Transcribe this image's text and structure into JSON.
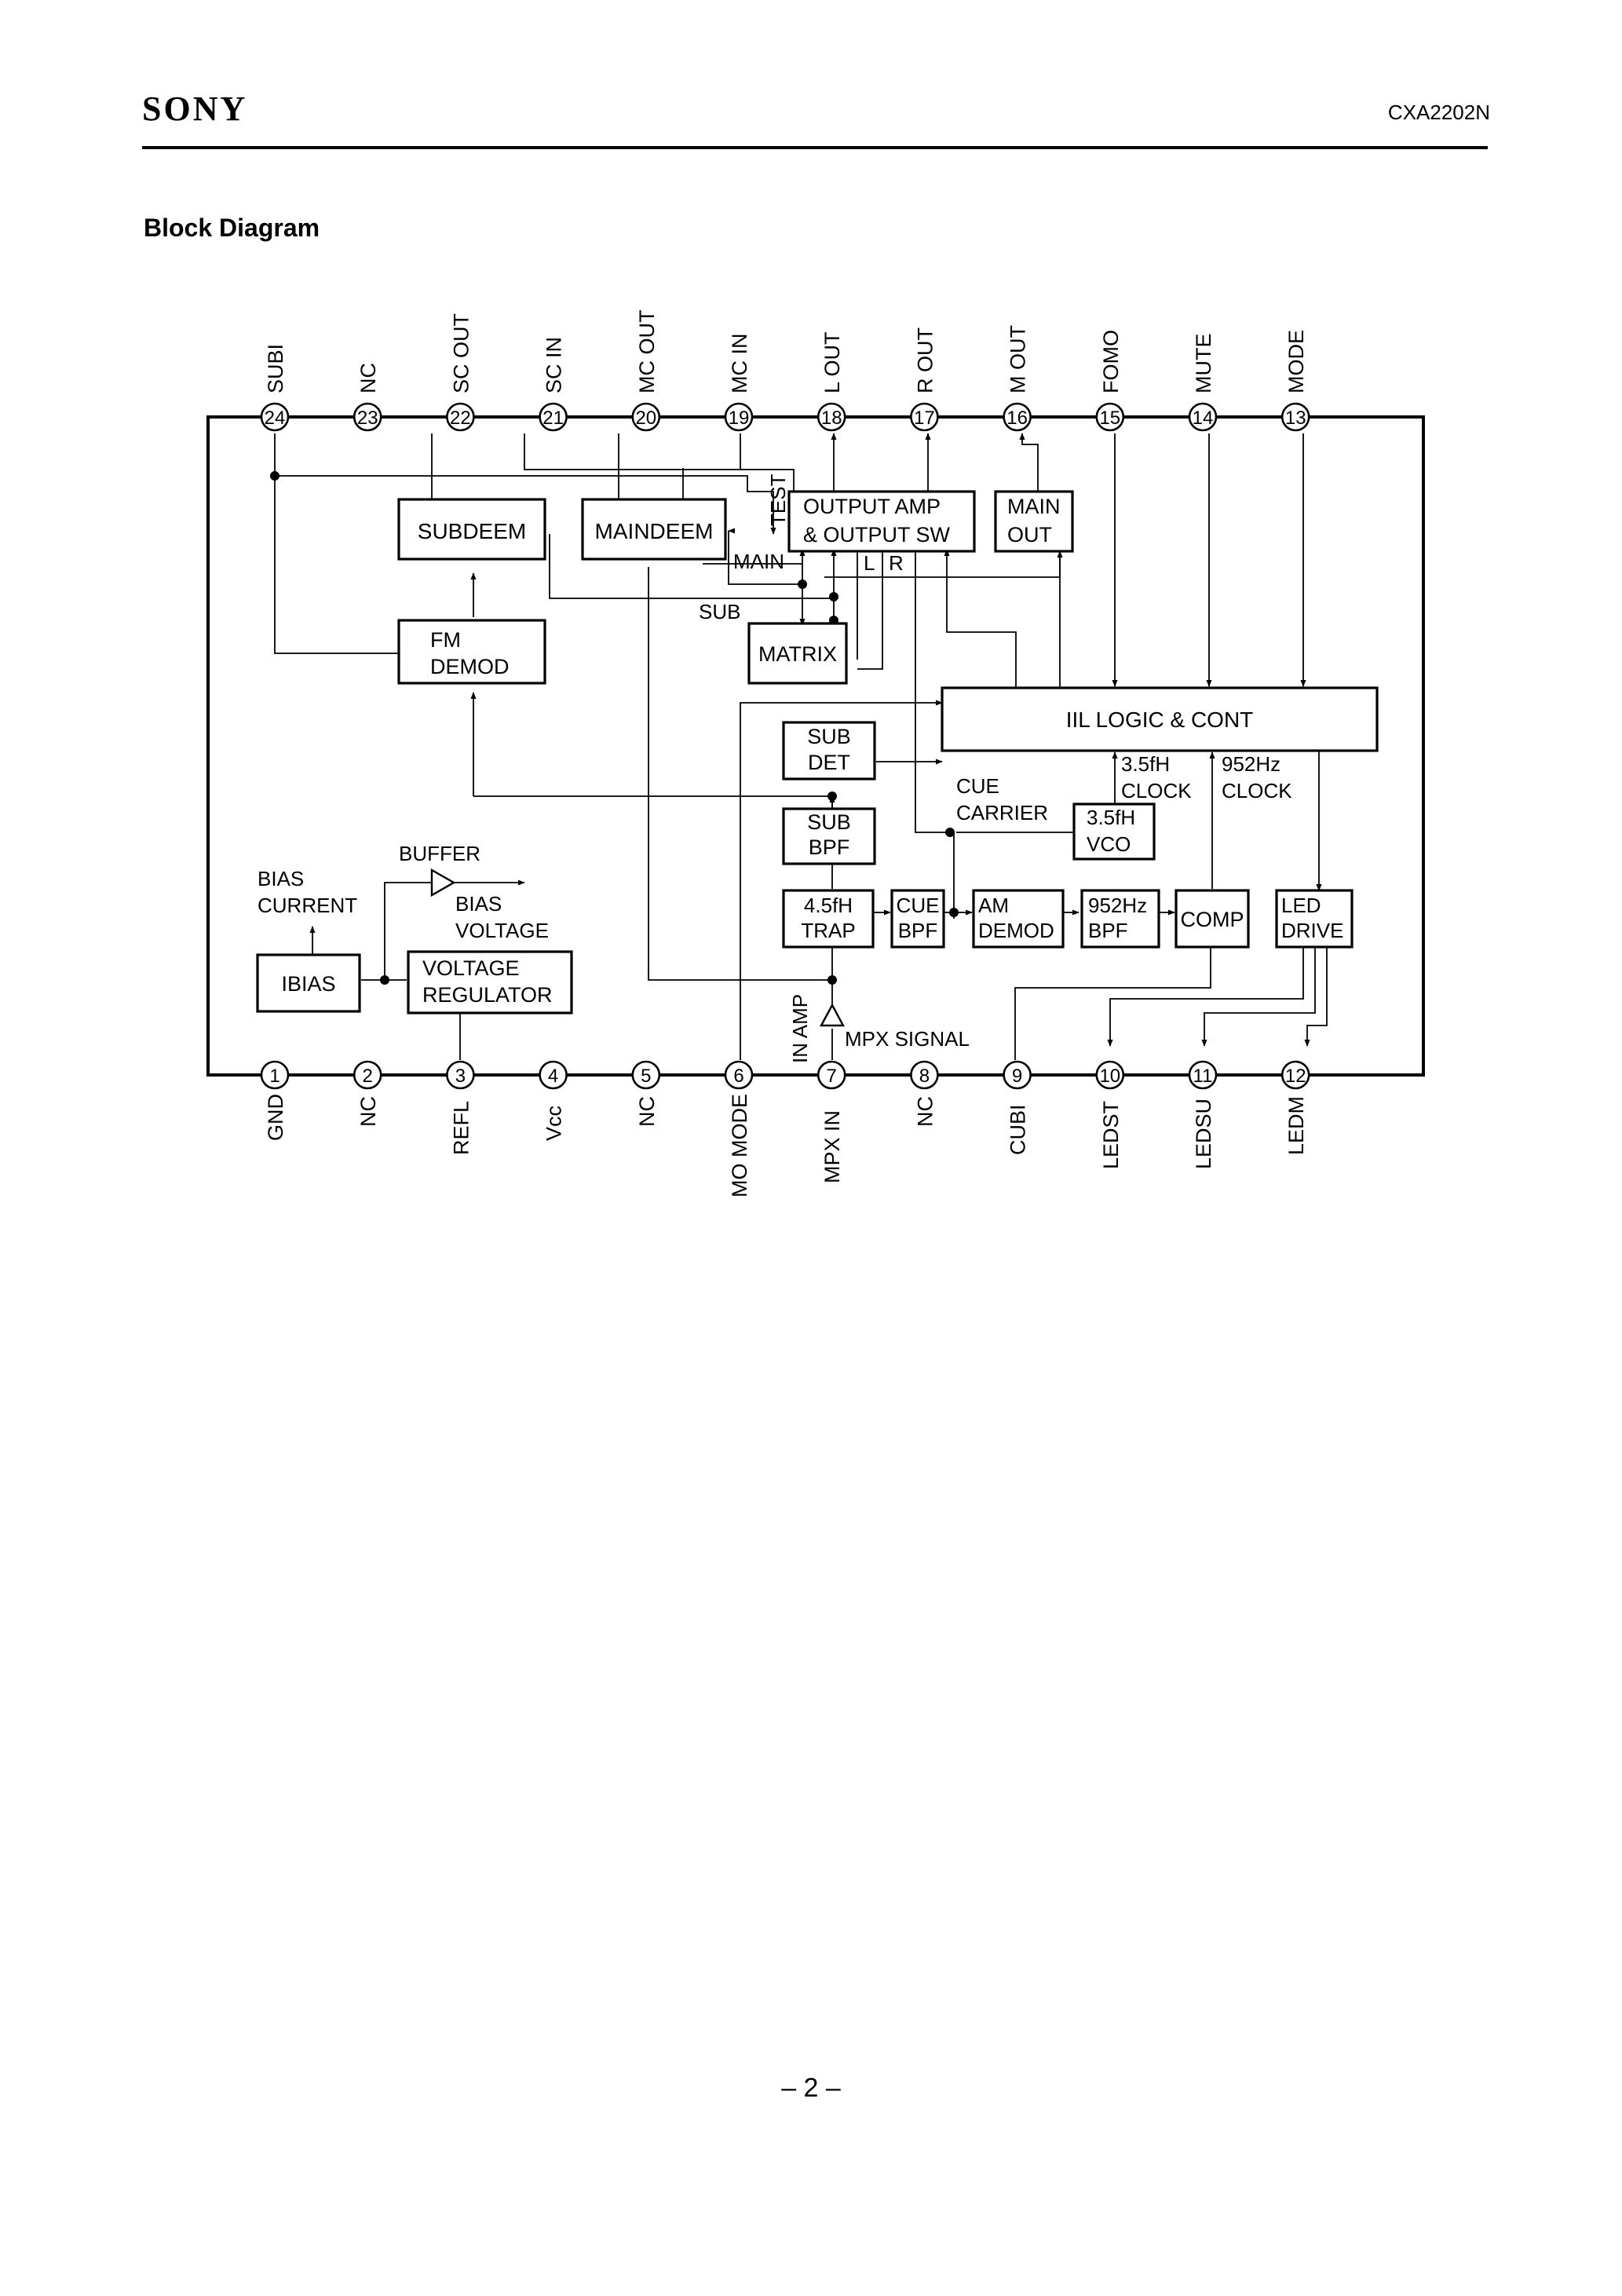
{
  "header": {
    "brand": "SONY",
    "part_number": "CXA2202N"
  },
  "section_title": "Block Diagram",
  "page_number": "– 2 –",
  "pins_top": [
    {
      "num": "24",
      "label": "SUBI"
    },
    {
      "num": "23",
      "label": "NC"
    },
    {
      "num": "22",
      "label": "SC OUT"
    },
    {
      "num": "21",
      "label": "SC IN"
    },
    {
      "num": "20",
      "label": "MC OUT"
    },
    {
      "num": "19",
      "label": "MC IN"
    },
    {
      "num": "18",
      "label": "L OUT"
    },
    {
      "num": "17",
      "label": "R OUT"
    },
    {
      "num": "16",
      "label": "M OUT"
    },
    {
      "num": "15",
      "label": "FOMO"
    },
    {
      "num": "14",
      "label": "MUTE"
    },
    {
      "num": "13",
      "label": "MODE"
    }
  ],
  "pins_bottom": [
    {
      "num": "1",
      "label": "GND"
    },
    {
      "num": "2",
      "label": "NC"
    },
    {
      "num": "3",
      "label": "REFL"
    },
    {
      "num": "4",
      "label": "Vcc"
    },
    {
      "num": "5",
      "label": "NC"
    },
    {
      "num": "6",
      "label": "MO MODE"
    },
    {
      "num": "7",
      "label": "MPX IN"
    },
    {
      "num": "8",
      "label": "NC"
    },
    {
      "num": "9",
      "label": "CUBI"
    },
    {
      "num": "10",
      "label": "LEDST"
    },
    {
      "num": "11",
      "label": "LEDSU"
    },
    {
      "num": "12",
      "label": "LEDM"
    }
  ],
  "blocks": {
    "subdeem": [
      "SUBDEEM"
    ],
    "maindeem": [
      "MAINDEEM"
    ],
    "output_amp": [
      "OUTPUT AMP",
      "& OUTPUT SW"
    ],
    "main_out": [
      "MAIN",
      "OUT"
    ],
    "fm_demod": [
      "FM",
      "DEMOD"
    ],
    "matrix": [
      "MATRIX"
    ],
    "iil_logic": [
      "IIL LOGIC & CONT"
    ],
    "sub_det": [
      "SUB",
      "DET"
    ],
    "sub_bpf": [
      "SUB",
      "BPF"
    ],
    "vco": [
      "3.5fH",
      "VCO"
    ],
    "trap": [
      "4.5fH",
      "TRAP"
    ],
    "cue_bpf": [
      "CUE",
      "BPF"
    ],
    "am_demod": [
      "AM",
      "DEMOD"
    ],
    "bpf_952": [
      "952Hz",
      "BPF"
    ],
    "comp": [
      "COMP"
    ],
    "led_drive": [
      "LED",
      "DRIVE"
    ],
    "ibias": [
      "IBIAS"
    ],
    "regulator": [
      "VOLTAGE",
      "REGULATOR"
    ]
  },
  "signal_labels": {
    "test": "TEST",
    "main": "MAIN",
    "sub": "SUB",
    "l": "L",
    "r": "R",
    "cue_carrier": [
      "CUE",
      "CARRIER"
    ],
    "clock_35": [
      "3.5fH",
      "CLOCK"
    ],
    "clock_952": [
      "952Hz",
      "CLOCK"
    ],
    "buffer": "BUFFER",
    "bias_current": [
      "BIAS",
      "CURRENT"
    ],
    "bias_voltage": [
      "BIAS",
      "VOLTAGE"
    ],
    "in_amp": "IN AMP",
    "mpx_signal": "MPX SIGNAL"
  }
}
